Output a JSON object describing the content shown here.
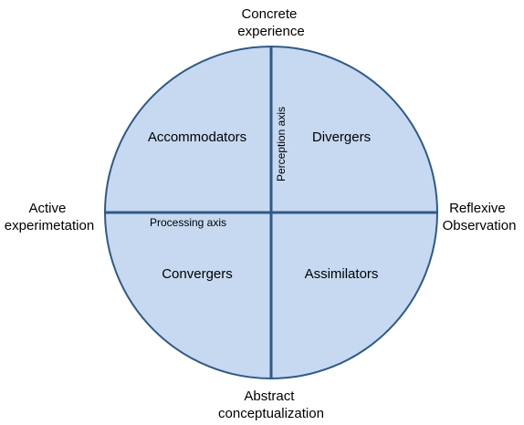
{
  "diagram": {
    "poles": {
      "top": [
        "Concrete",
        "experience"
      ],
      "bottom": [
        "Abstract",
        "conceptualization"
      ],
      "left": [
        "Active",
        "experimetation"
      ],
      "right": [
        "Reflexive",
        "Observation"
      ]
    },
    "quadrants": {
      "top_left": "Accommodators",
      "top_right": "Divergers",
      "bottom_left": "Convergers",
      "bottom_right": "Assimilators"
    },
    "axes": {
      "vertical": "Perception axis",
      "horizontal": "Processing axis"
    },
    "colors": {
      "fill": "#c6d9f1",
      "stroke": "#2e5a86"
    }
  }
}
